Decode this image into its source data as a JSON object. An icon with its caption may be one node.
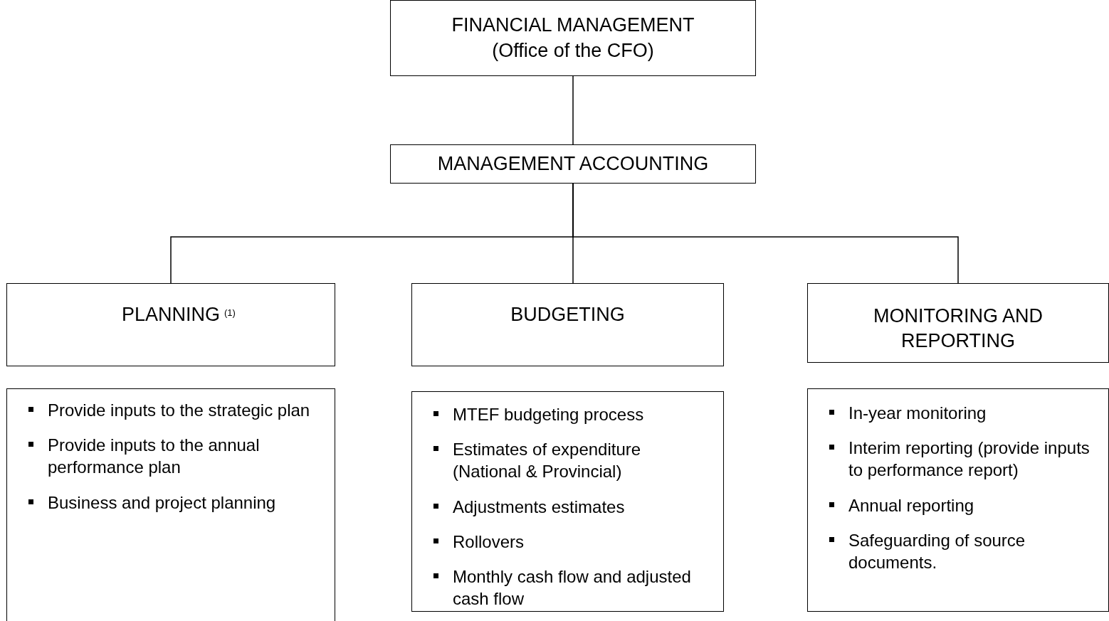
{
  "diagram": {
    "nodes": [
      {
        "text": [
          "FINANCIAL MANAGEMENT",
          "(Office of the CFO)"
        ]
      },
      {
        "text": [
          "MANAGEMENT ACCOUNTING"
        ]
      },
      {
        "text": [
          "PLANNING",
          "(1)"
        ]
      },
      {
        "text": [
          "BUDGETING"
        ]
      },
      {
        "text": [
          "MONITORING AND REPORTING"
        ]
      },
      {
        "text": [
          "Provide inputs to the strategic plan",
          "Provide inputs to the annual performance plan",
          "Business and project planning"
        ]
      },
      {
        "text": [
          "MTEF budgeting process",
          "Estimates of expenditure (National & Provincial)",
          "Adjustments estimates",
          "Rollovers",
          "Monthly cash flow and adjusted cash flow"
        ]
      },
      {
        "text": [
          "In-year monitoring",
          "Interim reporting (provide inputs to performance report)",
          "Annual reporting",
          "Safeguarding of source documents."
        ]
      }
    ],
    "edges": [
      {
        "from": 0,
        "to": 1,
        "arrow": "none"
      },
      {
        "from": 1,
        "to": 2,
        "arrow": "none"
      },
      {
        "from": 1,
        "to": 3,
        "arrow": "none"
      },
      {
        "from": 1,
        "to": 4,
        "arrow": "none"
      }
    ]
  }
}
